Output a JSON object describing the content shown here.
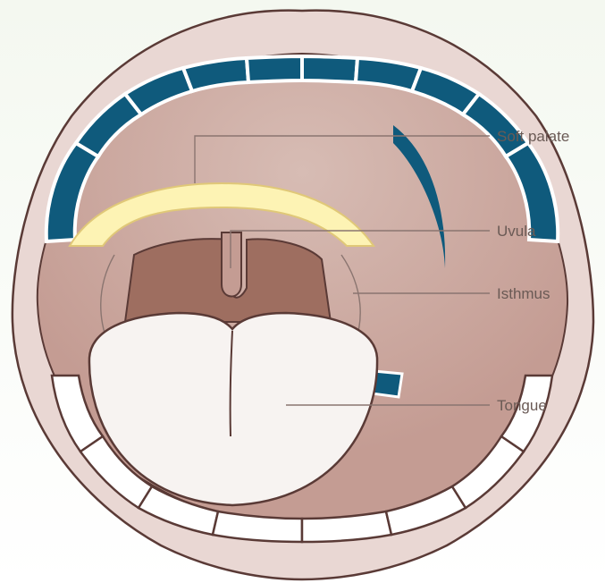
{
  "labels": {
    "soft_palate": "Soft palate",
    "uvula": "Uvula",
    "isthmus": "Isthmus",
    "tongue": "Tongue"
  },
  "colors": {
    "lips": "#e9d7d3",
    "outline": "#5a3a36",
    "palate": "#c9a49c",
    "teeth_dark": "#0f5a7c",
    "teeth_light": "#ffffff",
    "highlight": "#fdf3b4",
    "throat": "#9e6e60",
    "tongue": "#f7f3f1",
    "label_text": "#6a5a55"
  }
}
